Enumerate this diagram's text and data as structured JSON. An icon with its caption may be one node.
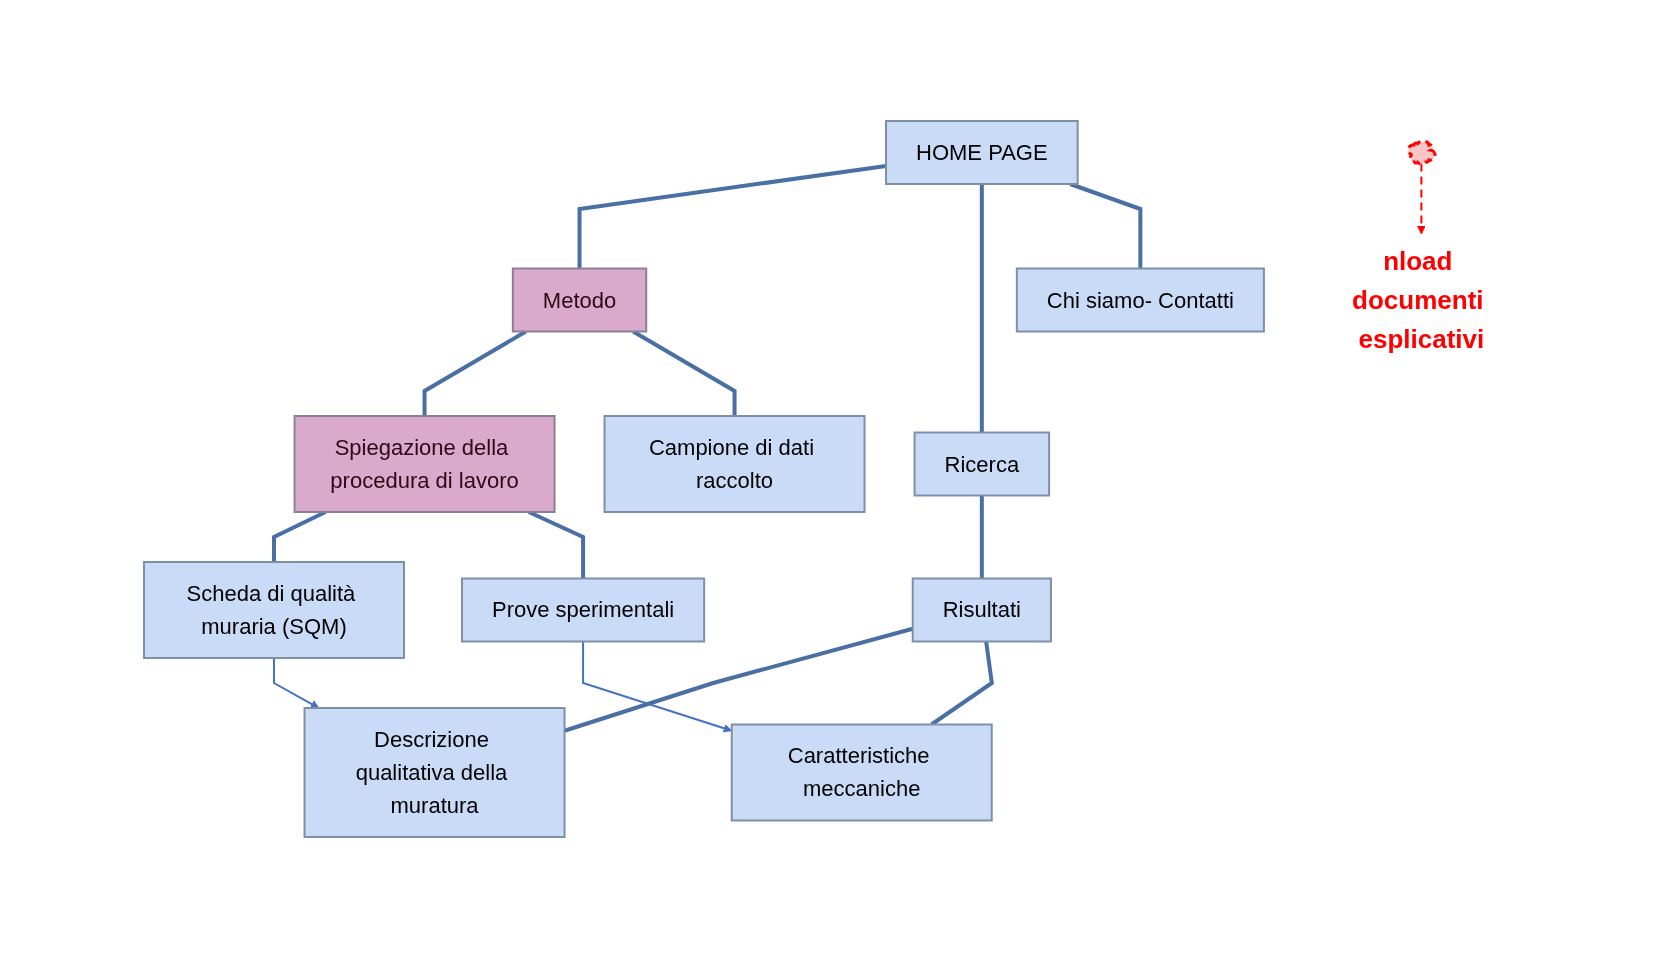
{
  "diagram": {
    "nodes": [
      {
        "text": [
          "HOME PAGE"
        ]
      },
      {
        "text": [
          "Metodo"
        ]
      },
      {
        "text": [
          "Ricerca"
        ]
      },
      {
        "text": [
          "Chi siamo- Contatti"
        ]
      },
      {
        "text": [
          "Spiegazione della procedura di lavoro"
        ]
      },
      {
        "text": [
          "Campione di dati raccolto"
        ]
      },
      {
        "text": [
          "Risultati"
        ]
      },
      {
        "text": [
          "Scheda di qualità muraria (SQM)"
        ]
      },
      {
        "text": [
          "Prove sperimentali"
        ]
      },
      {
        "text": [
          "Descrizione qualitativa della muratura"
        ]
      },
      {
        "text": [
          "Caratteristiche meccaniche"
        ]
      },
      {
        "text": [],
        "shape": "cloud"
      },
      {
        "text": [
          "nload documenti esplicativi"
        ]
      }
    ],
    "edges": [
      {
        "from": 0,
        "to": 1,
        "arrow": "none"
      },
      {
        "from": 0,
        "to": 2,
        "arrow": "none"
      },
      {
        "from": 0,
        "to": 3,
        "arrow": "none"
      },
      {
        "from": 1,
        "to": 4,
        "arrow": "none"
      },
      {
        "from": 1,
        "to": 5,
        "arrow": "none"
      },
      {
        "from": 2,
        "to": 6,
        "arrow": "none"
      },
      {
        "from": 4,
        "to": 7,
        "arrow": "none"
      },
      {
        "from": 4,
        "to": 8,
        "arrow": "none"
      },
      {
        "from": 6,
        "to": 9,
        "arrow": "none"
      },
      {
        "from": 6,
        "to": 10,
        "arrow": "none"
      },
      {
        "from": 7,
        "to": 9,
        "arrow": "to",
        "color": "#4472c4"
      },
      {
        "from": 8,
        "to": 10,
        "arrow": "to",
        "color": "#4472c4"
      },
      {
        "from": 11,
        "to": 12,
        "arrow": "to",
        "style": "dashed",
        "color": "#ff0000"
      }
    ]
  }
}
